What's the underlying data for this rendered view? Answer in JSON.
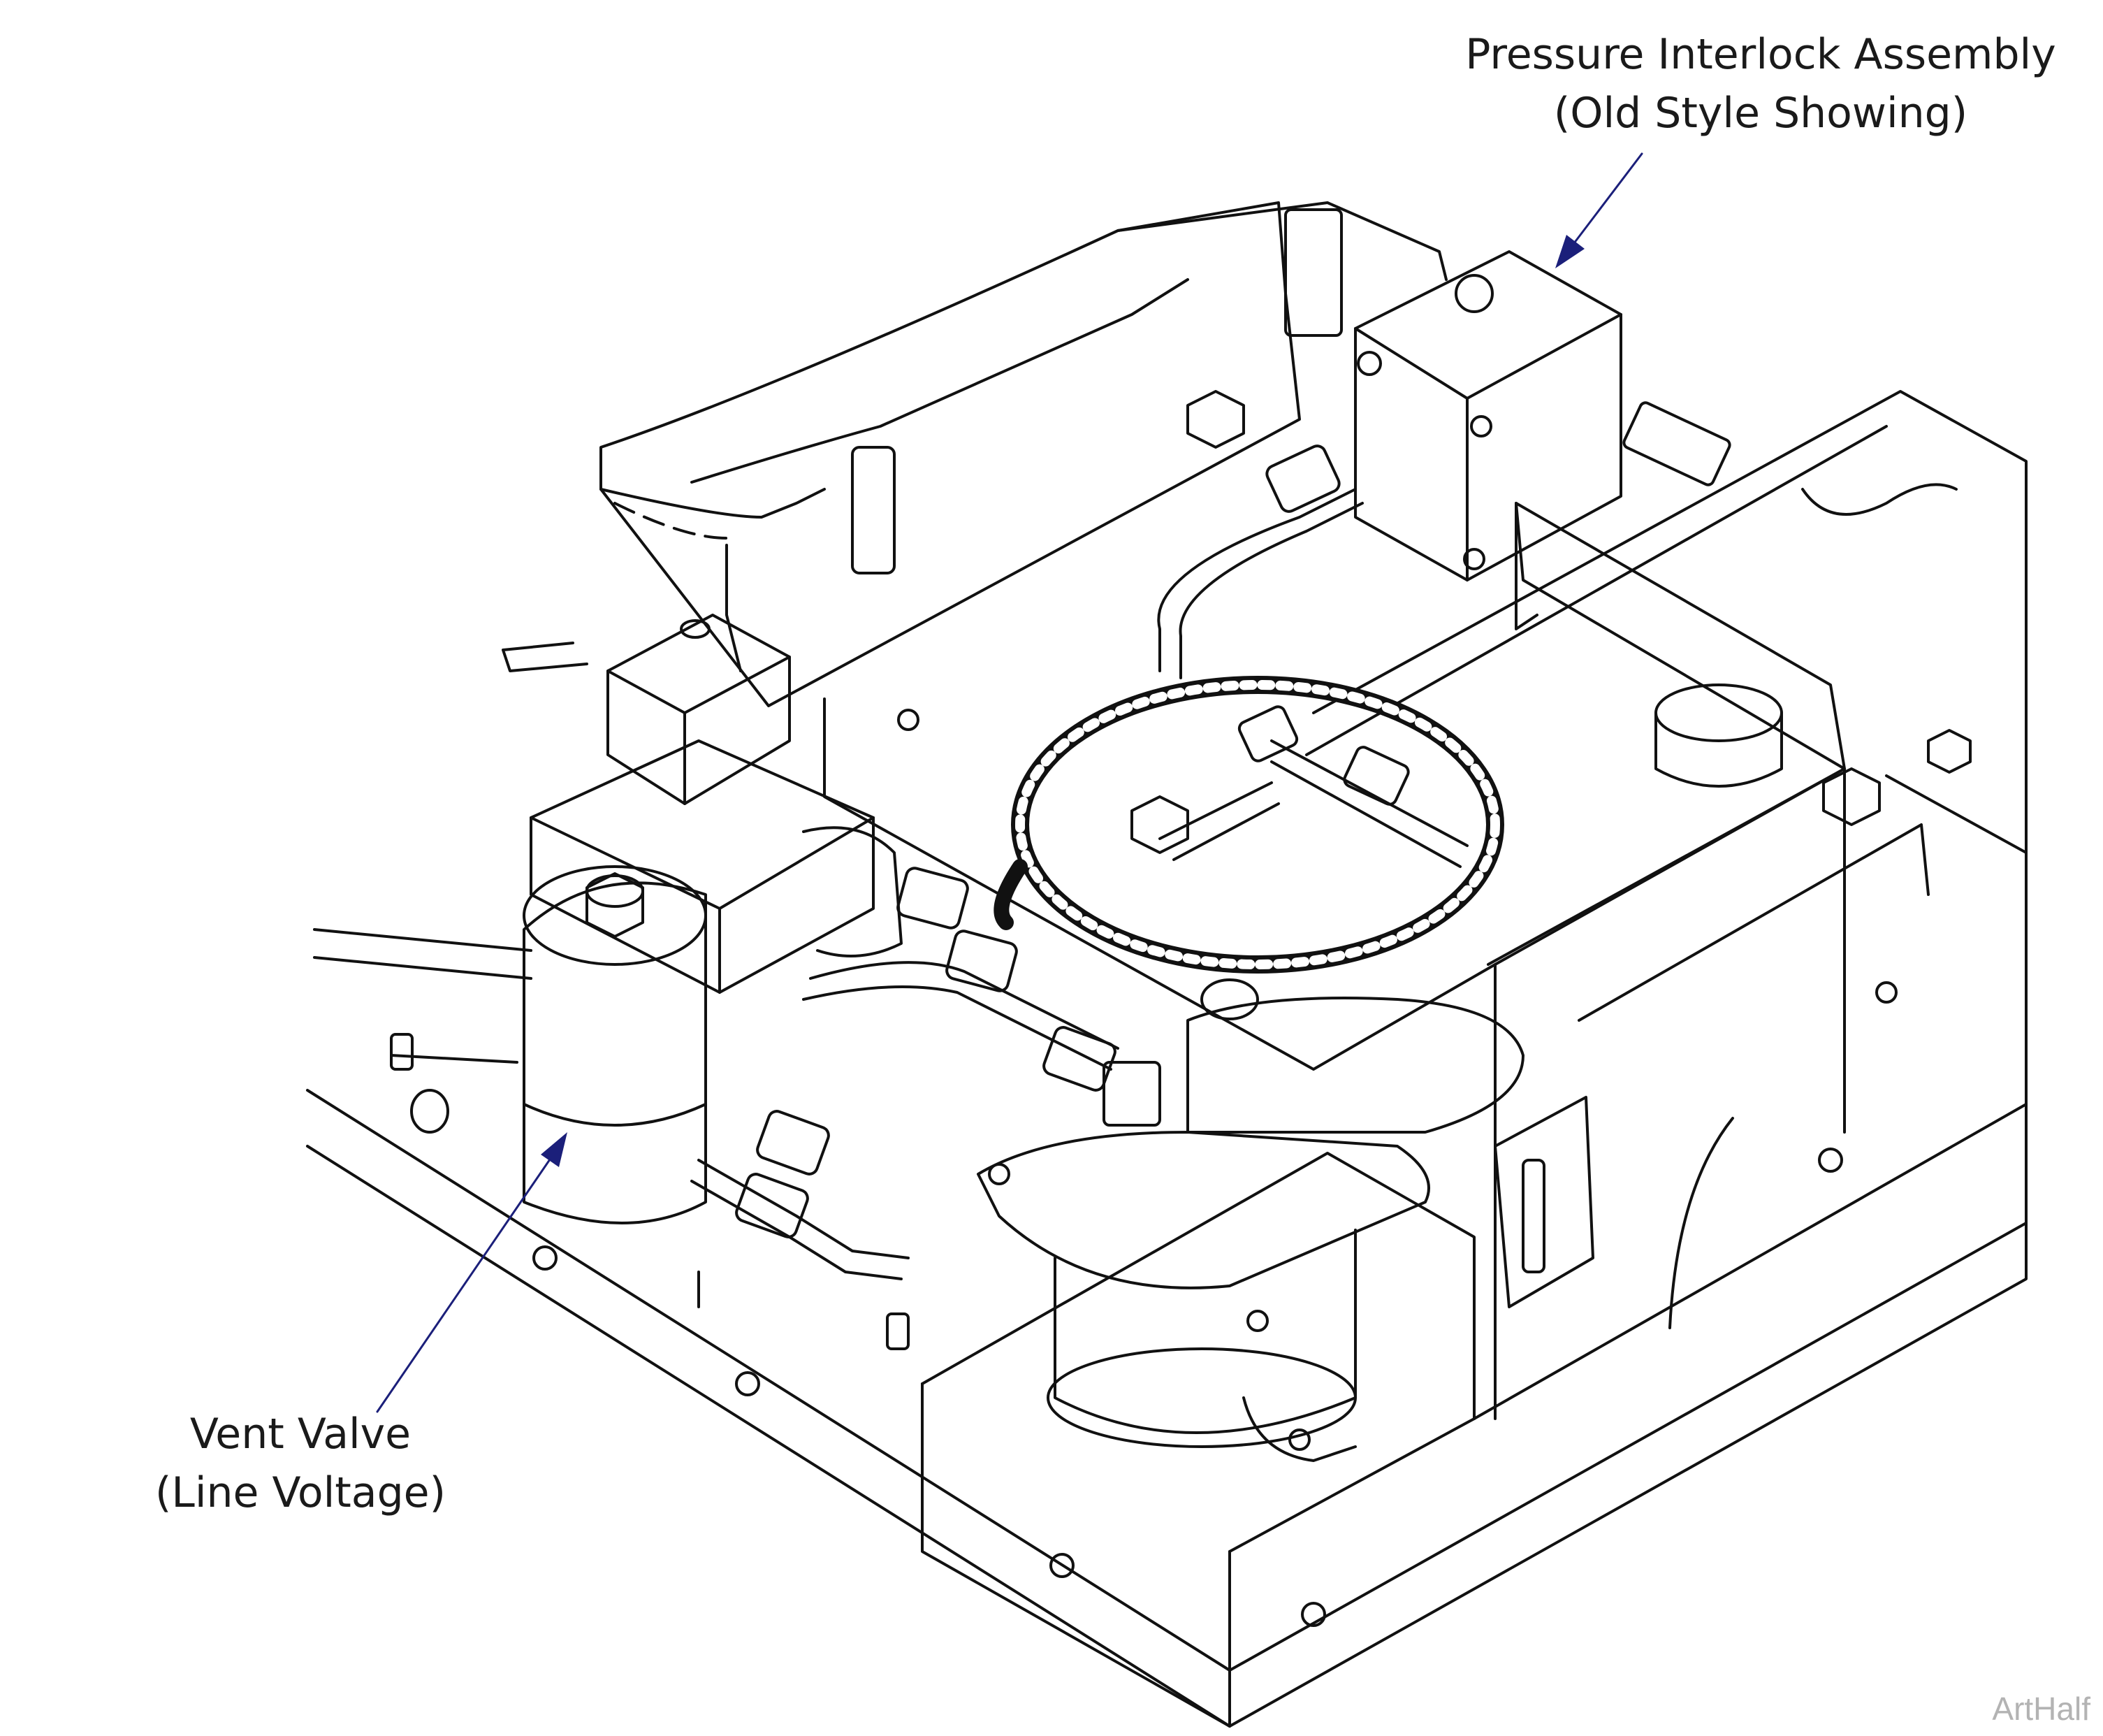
{
  "labels": {
    "pressure_interlock": {
      "line1": "Pressure Interlock Assembly",
      "line2": "(Old Style Showing)"
    },
    "vent_valve": {
      "line1": "Vent Valve",
      "line2": "(Line Voltage)"
    }
  },
  "watermark": "ArtHalf",
  "colors": {
    "leader": "#1b1f7a",
    "line_art": "#111111",
    "background": "#ffffff"
  }
}
